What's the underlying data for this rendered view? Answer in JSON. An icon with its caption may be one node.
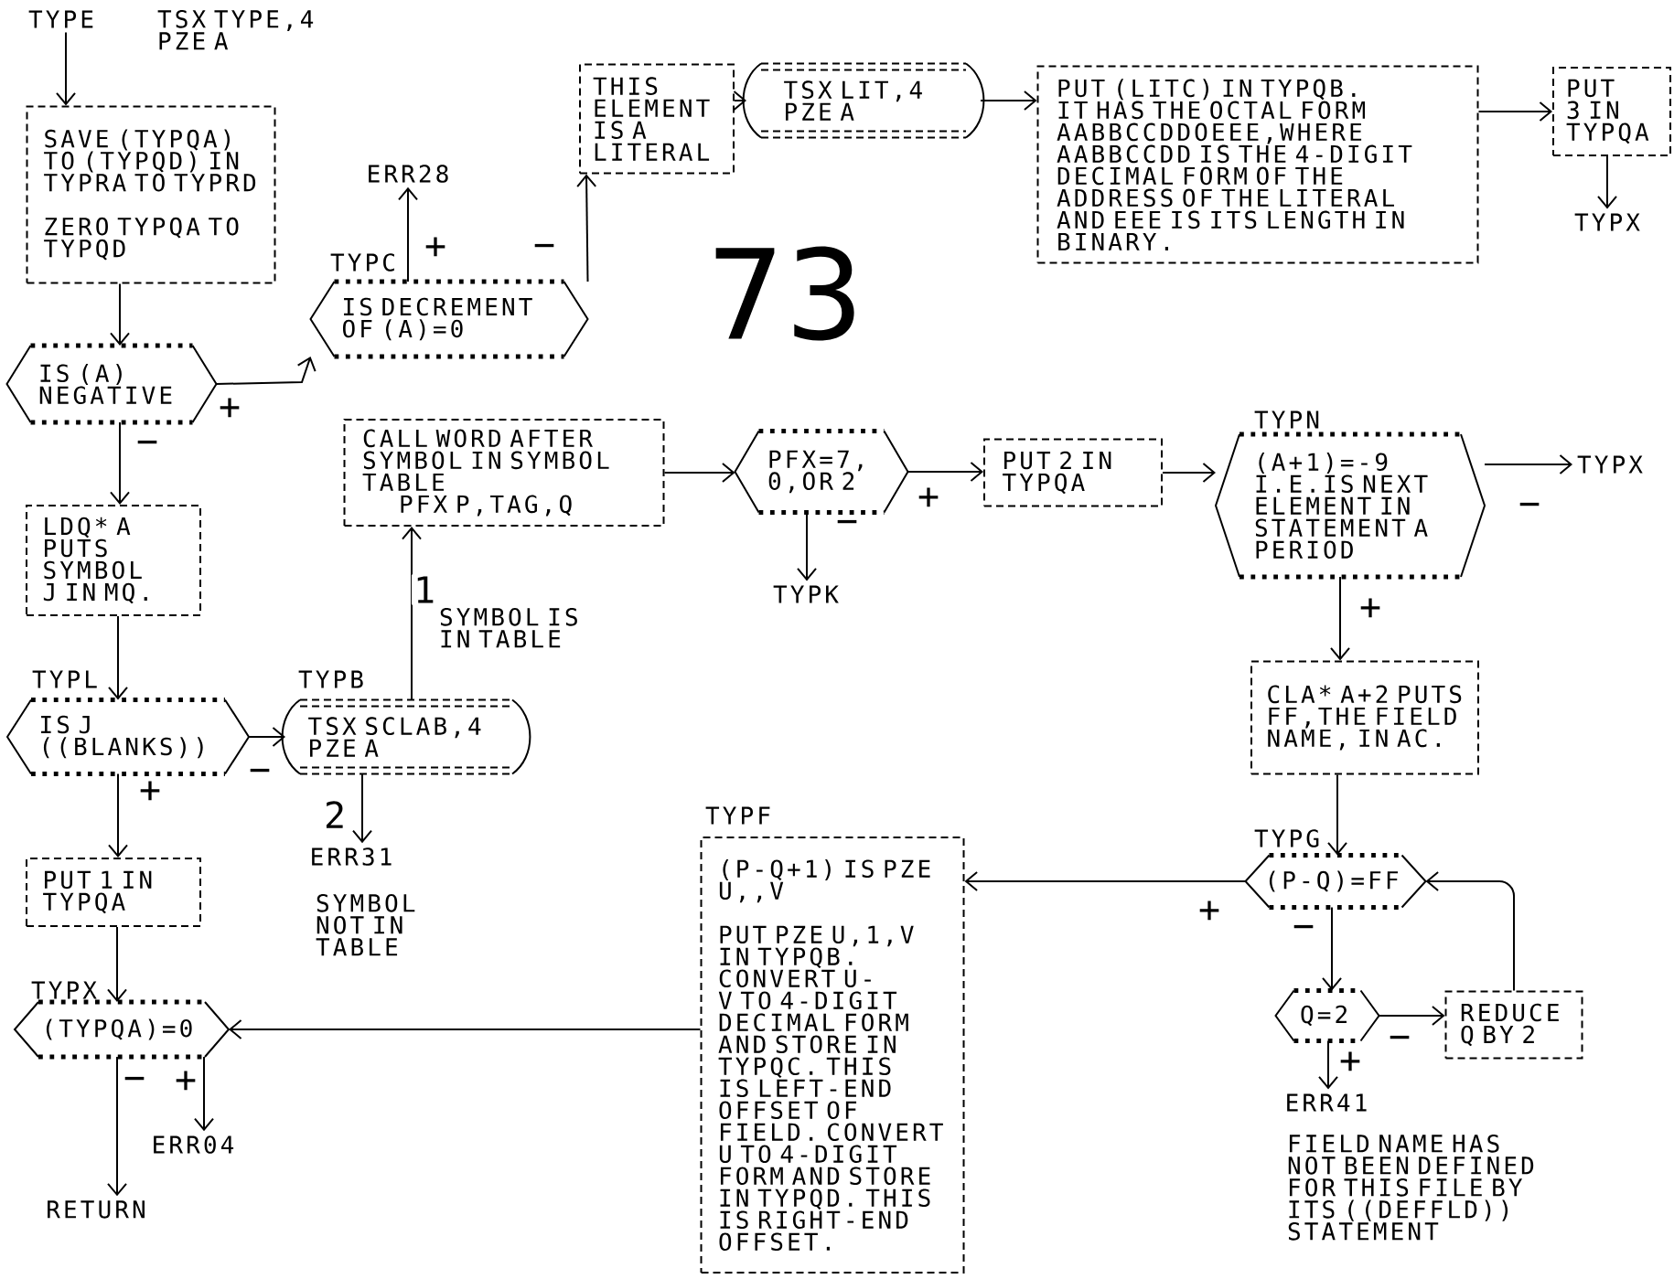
{
  "diagram": {
    "nodes": [
      {
        "text": [
          "TYPE"
        ],
        "beside": [
          "TSX TYPE,4 PZE A"
        ]
      },
      {
        "text": [
          "SAVE (TYPQA) TO (TYPQD) IN TYPRA TO TYPRD",
          "ZERO TYPQA TO TYPQD"
        ]
      },
      {
        "text": [
          "IS (A) NEGATIVE"
        ]
      },
      {
        "text": [
          "IS DECREMENT OF (A)=0"
        ],
        "beside": [
          "TYPC"
        ]
      },
      {
        "text": [
          "ERR28"
        ]
      },
      {
        "text": [
          "THIS ELEMENT IS A LITERAL"
        ]
      },
      {
        "text": [
          "TSX LIT,4 PZE A"
        ]
      },
      {
        "text": [
          "PUT (LITC) IN TYPQB. IT HAS THE OCTAL FORM AABBCCDDOEEE,WHERE AABBCCDD IS THE 4-DIGIT DECIMAL FORM OF THE ADDRESS OF THE LITERAL AND EEE IS ITS LENGTH IN BINARY."
        ]
      },
      {
        "text": [
          "PUT 3 IN TYPQA"
        ]
      },
      {
        "text": [
          "TYPX"
        ]
      },
      {
        "text": [
          "LDQ* A PUTS SYMBOL J IN MQ."
        ]
      },
      {
        "text": [
          "IS J ((BLANKS))"
        ],
        "beside": [
          "TYPL"
        ]
      },
      {
        "text": [
          "TSX SCLAB,4 PZE A"
        ],
        "beside": [
          "TYPB"
        ]
      },
      {
        "text": [
          "CALL WORD AFTER SYMBOL IN SYMBOL TABLE",
          "PFX P,TAG,Q"
        ]
      },
      {
        "text": [
          "ERR31"
        ],
        "beside": [
          "SYMBOL NOT IN TABLE"
        ]
      },
      {
        "text": [
          "PUT 1 IN TYPQA"
        ]
      },
      {
        "text": [
          "(TYPQA)=0"
        ],
        "beside": [
          "TYPX"
        ]
      },
      {
        "text": [
          "ERR04"
        ]
      },
      {
        "text": [
          "RETURN"
        ]
      },
      {
        "text": [
          "PFX=7, 0,OR 2"
        ]
      },
      {
        "text": [
          "TYPK"
        ]
      },
      {
        "text": [
          "PUT 2 IN TYPQA"
        ]
      },
      {
        "text": [
          "(A+1)=-9 I.E.IS NEXT ELEMENT IN STATEMENT A PERIOD"
        ],
        "beside": [
          "TYPN"
        ]
      },
      {
        "text": [
          "TYPX"
        ]
      },
      {
        "text": [
          "CLA* A+2 PUTS FF,THE FIELD NAME, IN AC."
        ]
      },
      {
        "text": [
          "(P-Q)=FF"
        ],
        "beside": [
          "TYPG"
        ]
      },
      {
        "text": [
          "(P-Q+1) IS PZE U,,V",
          "PUT PZE U,1,V IN TYPQB. CONVERT U-V TO 4-DIGIT DECIMAL FORM AND STORE IN TYPQC. THIS IS LEFT-END OFFSET OF FIELD. CONVERT U TO 4-DIGIT FORM AND STORE IN TYPQD. THIS IS RIGHT-END OFFSET."
        ],
        "beside": [
          "TYPF"
        ]
      },
      {
        "text": [
          "Q=2"
        ]
      },
      {
        "text": [
          "REDUCE Q BY 2"
        ]
      },
      {
        "text": [
          "ERR41"
        ],
        "beside": [
          "FIELD NAME HAS NOT BEEN DEFINED FOR THIS FILE BY ITS ((DEFFLD)) STATEMENT"
        ]
      }
    ],
    "edges": [
      {
        "from": 0,
        "to": 1,
        "arrow": "to"
      },
      {
        "from": 1,
        "to": 2,
        "arrow": "to"
      },
      {
        "from": 2,
        "to": 3,
        "arrow": "to",
        "label": "+"
      },
      {
        "from": 2,
        "to": 10,
        "arrow": "to",
        "label": "−"
      },
      {
        "from": 3,
        "to": 4,
        "arrow": "to",
        "label": "+"
      },
      {
        "from": 3,
        "to": 5,
        "arrow": "to",
        "label": "−"
      },
      {
        "from": 5,
        "to": 6,
        "arrow": "to"
      },
      {
        "from": 6,
        "to": 7,
        "arrow": "to"
      },
      {
        "from": 7,
        "to": 8,
        "arrow": "to"
      },
      {
        "from": 8,
        "to": 9,
        "arrow": "to"
      },
      {
        "from": 10,
        "to": 11,
        "arrow": "to"
      },
      {
        "from": 11,
        "to": 12,
        "arrow": "to",
        "label": "−"
      },
      {
        "from": 11,
        "to": 15,
        "arrow": "to",
        "label": "+"
      },
      {
        "from": 12,
        "to": 13,
        "arrow": "to",
        "label": "1"
      },
      {
        "from": 12,
        "to": 14,
        "arrow": "to",
        "label": "2"
      },
      {
        "from": 15,
        "to": 16,
        "arrow": "to"
      },
      {
        "from": 16,
        "to": 18,
        "arrow": "to",
        "label": "−"
      },
      {
        "from": 16,
        "to": 17,
        "arrow": "to",
        "label": "+"
      },
      {
        "from": 13,
        "to": 19,
        "arrow": "to"
      },
      {
        "from": 19,
        "to": 21,
        "arrow": "to",
        "label": "+"
      },
      {
        "from": 19,
        "to": 20,
        "arrow": "to",
        "label": "−"
      },
      {
        "from": 21,
        "to": 22,
        "arrow": "to"
      },
      {
        "from": 22,
        "to": 23,
        "arrow": "to",
        "label": "−"
      },
      {
        "from": 22,
        "to": 24,
        "arrow": "to",
        "label": "+"
      },
      {
        "from": 24,
        "to": 25,
        "arrow": "to"
      },
      {
        "from": 25,
        "to": 26,
        "arrow": "to",
        "label": "+"
      },
      {
        "from": 25,
        "to": 27,
        "arrow": "to",
        "label": "−"
      },
      {
        "from": 27,
        "to": 28,
        "arrow": "to",
        "label": "−"
      },
      {
        "from": 27,
        "to": 29,
        "arrow": "to",
        "label": "+"
      },
      {
        "from": 28,
        "to": 25,
        "arrow": "to"
      },
      {
        "from": 26,
        "to": 16,
        "arrow": "to"
      }
    ],
    "labels": [
      "73",
      "SYMBOL IS IN TABLE"
    ]
  }
}
